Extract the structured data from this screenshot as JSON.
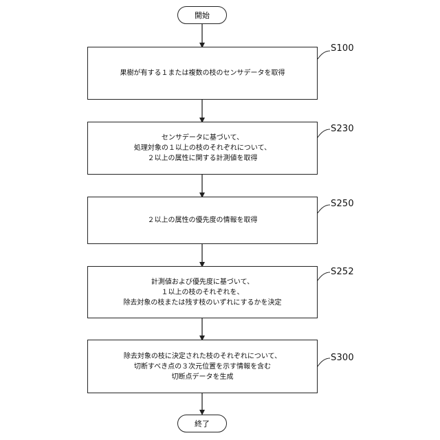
{
  "start": {
    "label": "開始"
  },
  "end": {
    "label": "終了"
  },
  "steps": [
    {
      "id": "S100",
      "lines": [
        "果樹が有する１または複数の枝のセンサデータを取得"
      ]
    },
    {
      "id": "S230",
      "lines": [
        "センサデータに基づいて、",
        "処理対象の１以上の枝のそれぞれについて、",
        "２以上の属性に関する計測値を取得"
      ]
    },
    {
      "id": "S250",
      "lines": [
        "２以上の属性の優先度の情報を取得"
      ]
    },
    {
      "id": "S252",
      "lines": [
        "計測値および優先度に基づいて、",
        "１以上の枝のそれぞれを、",
        "除去対象の枝または残す枝のいずれにするかを決定"
      ]
    },
    {
      "id": "S300",
      "lines": [
        "除去対象の枝に決定された枝のそれぞれについて、",
        "切断すべき点の３次元位置を示す情報を含む",
        "切断点データを生成"
      ]
    }
  ]
}
